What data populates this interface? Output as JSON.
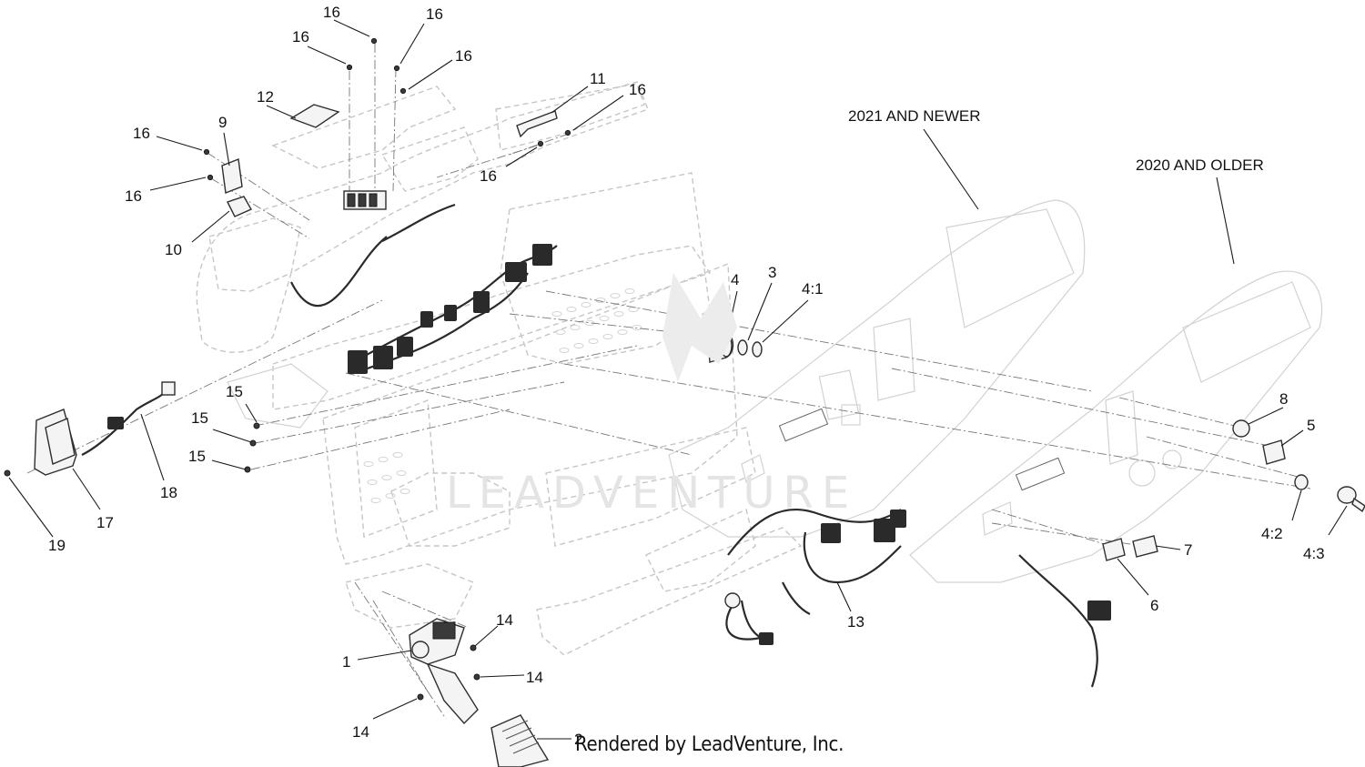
{
  "diagram": {
    "variant_labels": {
      "newer": "2021 AND NEWER",
      "older": "2020 AND OLDER"
    },
    "callouts": [
      {
        "id": "c16a",
        "text": "16"
      },
      {
        "id": "c16b",
        "text": "16"
      },
      {
        "id": "c16c",
        "text": "16"
      },
      {
        "id": "c16d",
        "text": "16"
      },
      {
        "id": "c16e",
        "text": "16"
      },
      {
        "id": "c16f",
        "text": "16"
      },
      {
        "id": "c16g",
        "text": "16"
      },
      {
        "id": "c16h",
        "text": "16"
      },
      {
        "id": "c12",
        "text": "12"
      },
      {
        "id": "c9",
        "text": "9"
      },
      {
        "id": "c10",
        "text": "10"
      },
      {
        "id": "c11",
        "text": "11"
      },
      {
        "id": "c4",
        "text": "4"
      },
      {
        "id": "c3",
        "text": "3"
      },
      {
        "id": "c41",
        "text": "4:1"
      },
      {
        "id": "c8",
        "text": "8"
      },
      {
        "id": "c5",
        "text": "5"
      },
      {
        "id": "c42",
        "text": "4:2"
      },
      {
        "id": "c43",
        "text": "4:3"
      },
      {
        "id": "c7",
        "text": "7"
      },
      {
        "id": "c6",
        "text": "6"
      },
      {
        "id": "c13",
        "text": "13"
      },
      {
        "id": "c15a",
        "text": "15"
      },
      {
        "id": "c15b",
        "text": "15"
      },
      {
        "id": "c15c",
        "text": "15"
      },
      {
        "id": "c17",
        "text": "17"
      },
      {
        "id": "c18",
        "text": "18"
      },
      {
        "id": "c19",
        "text": "19"
      },
      {
        "id": "c14a",
        "text": "14"
      },
      {
        "id": "c14b",
        "text": "14"
      },
      {
        "id": "c14c",
        "text": "14"
      },
      {
        "id": "c1",
        "text": "1"
      },
      {
        "id": "c2",
        "text": "2"
      }
    ],
    "watermark": "LEADVENTURE",
    "credit": "Rendered by LeadVenture, Inc."
  }
}
